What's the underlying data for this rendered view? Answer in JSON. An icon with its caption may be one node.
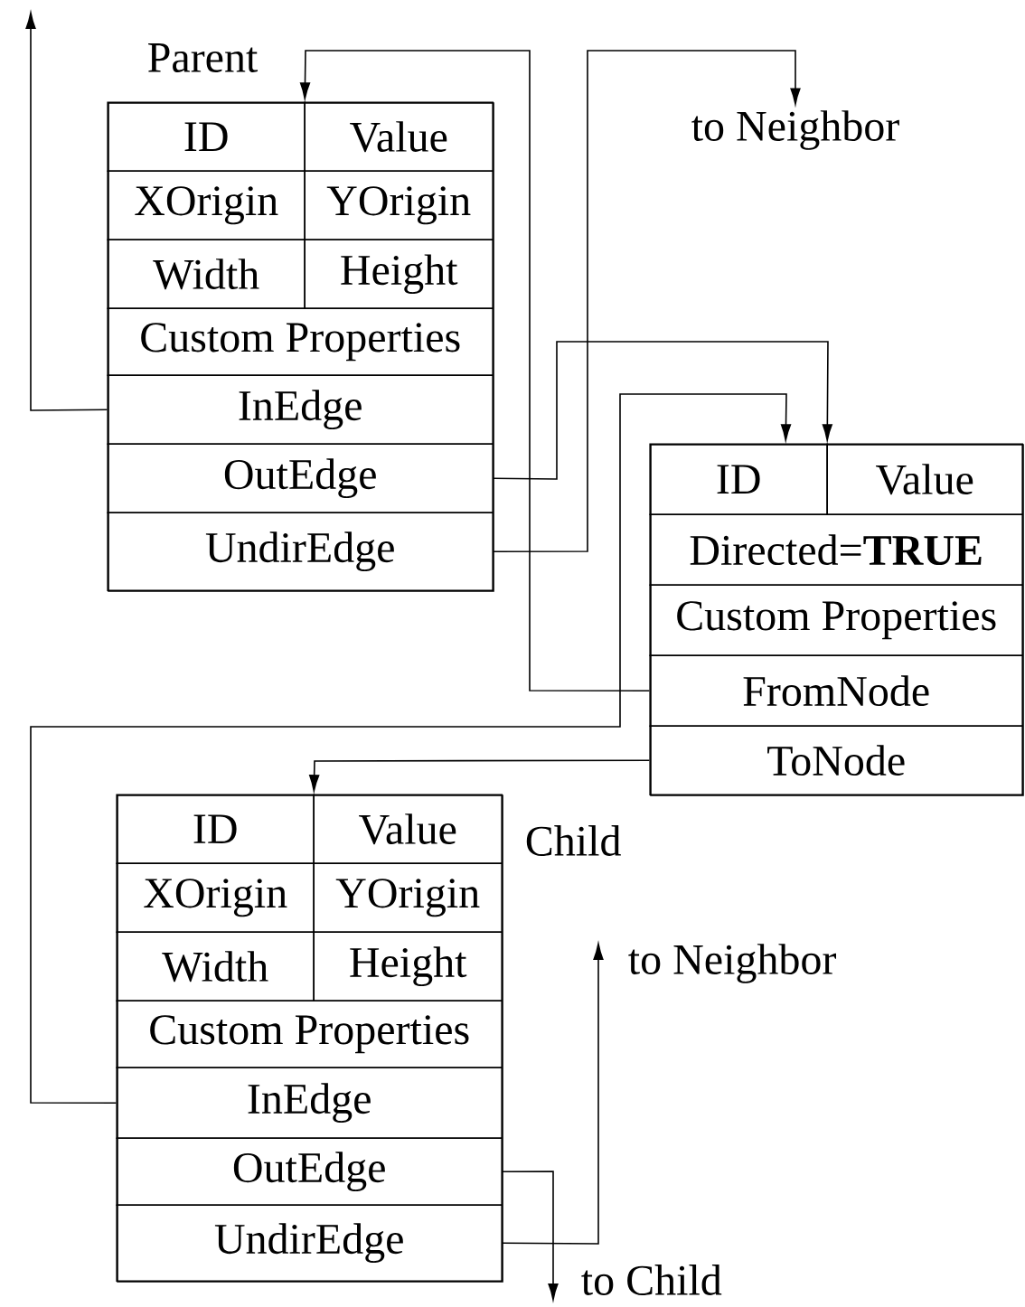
{
  "diagram": {
    "nodes": [
      {
        "text": [
          "Parent"
        ]
      },
      {
        "text": [
          "ID"
        ],
        "in": 0
      },
      {
        "text": [
          "Value"
        ],
        "in": 0
      },
      {
        "text": [
          "XOrigin"
        ],
        "in": 0
      },
      {
        "text": [
          "YOrigin"
        ],
        "in": 0
      },
      {
        "text": [
          "Width"
        ],
        "in": 0
      },
      {
        "text": [
          "Height"
        ],
        "in": 0
      },
      {
        "text": [
          "Custom Properties"
        ],
        "in": 0
      },
      {
        "text": [
          "InEdge"
        ],
        "in": 0
      },
      {
        "text": [
          "OutEdge"
        ],
        "in": 0
      },
      {
        "text": [
          "UndirEdge"
        ],
        "in": 0
      },
      {
        "text": [
          "to Neighbor"
        ]
      },
      {
        "text": [],
        "shape": "box"
      },
      {
        "text": [
          "ID"
        ],
        "in": 12
      },
      {
        "text": [
          "Value"
        ],
        "in": 12
      },
      {
        "text": [
          "Directed=**TRUE**"
        ],
        "in": 12
      },
      {
        "text": [
          "Custom Properties"
        ],
        "in": 12
      },
      {
        "text": [
          "FromNode"
        ],
        "in": 12
      },
      {
        "text": [
          "ToNode"
        ],
        "in": 12
      },
      {
        "text": [
          "Child"
        ]
      },
      {
        "text": [
          "ID"
        ],
        "in": 19
      },
      {
        "text": [
          "Value"
        ],
        "in": 19
      },
      {
        "text": [
          "XOrigin"
        ],
        "in": 19
      },
      {
        "text": [
          "YOrigin"
        ],
        "in": 19
      },
      {
        "text": [
          "Width"
        ],
        "in": 19
      },
      {
        "text": [
          "Height"
        ],
        "in": 19
      },
      {
        "text": [
          "Custom Properties"
        ],
        "in": 19
      },
      {
        "text": [
          "InEdge"
        ],
        "in": 19
      },
      {
        "text": [
          "OutEdge"
        ],
        "in": 19
      },
      {
        "text": [
          "UndirEdge"
        ],
        "in": 19
      },
      {
        "text": [
          "to Neighbor"
        ]
      },
      {
        "text": [
          "to Child"
        ]
      }
    ],
    "edges": [
      {
        "from": 8,
        "to": null,
        "arrow": "to"
      },
      {
        "from": 9,
        "to": 12,
        "arrow": "to"
      },
      {
        "from": 10,
        "to": 11,
        "arrow": "to"
      },
      {
        "from": 17,
        "to": 0,
        "arrow": "to"
      },
      {
        "from": 18,
        "to": 19,
        "arrow": "to"
      },
      {
        "from": 27,
        "to": 12,
        "arrow": "to"
      },
      {
        "from": 28,
        "to": 31,
        "arrow": "to"
      },
      {
        "from": 29,
        "to": 30,
        "arrow": "to"
      }
    ]
  }
}
